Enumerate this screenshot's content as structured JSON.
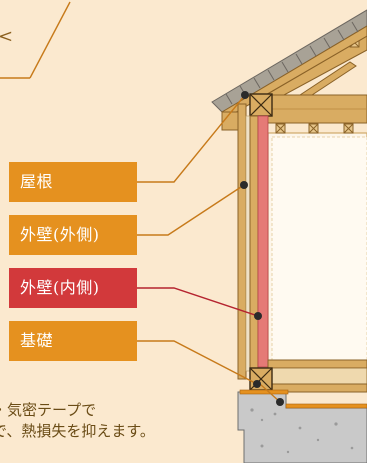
{
  "colors": {
    "background": "#fbe9cf",
    "label_orange": "#e5911f",
    "label_red": "#d2393b",
    "line_orange": "#c77a1a",
    "line_red": "#b5232f",
    "timber": "#d9ac62",
    "timber_dark": "#8a6228",
    "roof": "#a8a296",
    "insulation_pink": "#e57a76",
    "concrete": "#c9c9c9"
  },
  "labels": [
    {
      "text": "屋根",
      "color": "#e5911f"
    },
    {
      "text": "外壁(外側)",
      "color": "#e5911f"
    },
    {
      "text": "外壁(内側)",
      "color": "#d2393b"
    },
    {
      "text": "基礎",
      "color": "#e5911f"
    }
  ],
  "caption": {
    "line1": "・気密テープで",
    "line2": "で、熱損失を抑えます。"
  }
}
